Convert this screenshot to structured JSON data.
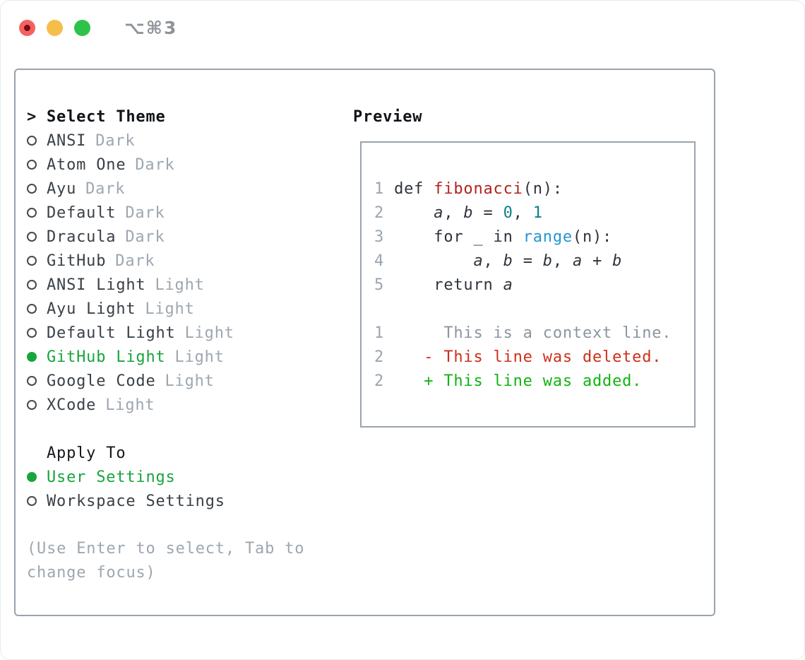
{
  "window": {
    "title": "⌥⌘3",
    "traffic_lights": [
      "close-button",
      "minimize-button",
      "zoom-button"
    ]
  },
  "theme_panel": {
    "prompt": ">",
    "title": "Select Theme",
    "themes": [
      {
        "name": "ANSI",
        "variant": "Dark",
        "selected": false
      },
      {
        "name": "Atom One",
        "variant": "Dark",
        "selected": false
      },
      {
        "name": "Ayu",
        "variant": "Dark",
        "selected": false
      },
      {
        "name": "Default",
        "variant": "Dark",
        "selected": false
      },
      {
        "name": "Dracula",
        "variant": "Dark",
        "selected": false
      },
      {
        "name": "GitHub",
        "variant": "Dark",
        "selected": false
      },
      {
        "name": "ANSI Light",
        "variant": "Light",
        "selected": false
      },
      {
        "name": "Ayu Light",
        "variant": "Light",
        "selected": false
      },
      {
        "name": "Default Light",
        "variant": "Light",
        "selected": false
      },
      {
        "name": "GitHub Light",
        "variant": "Light",
        "selected": true
      },
      {
        "name": "Google Code",
        "variant": "Light",
        "selected": false
      },
      {
        "name": "XCode",
        "variant": "Light",
        "selected": false
      }
    ],
    "apply_to": {
      "title": "Apply To",
      "options": [
        {
          "label": "User Settings",
          "selected": true
        },
        {
          "label": "Workspace Settings",
          "selected": false
        }
      ]
    },
    "help_lines": [
      "(Use Enter to select, Tab to",
      "change focus)"
    ]
  },
  "preview": {
    "title": "Preview",
    "lines": [
      {
        "tokens": [
          {
            "t": "1 ",
            "c": "ln"
          },
          {
            "t": "def ",
            "c": "d"
          },
          {
            "t": "fibonacci",
            "c": "fn"
          },
          {
            "t": "(n):",
            "c": "d"
          }
        ]
      },
      {
        "tokens": [
          {
            "t": "2 ",
            "c": "ln"
          },
          {
            "t": "    ",
            "c": "d"
          },
          {
            "t": "a",
            "c": "var"
          },
          {
            "t": ", ",
            "c": "d"
          },
          {
            "t": "b",
            "c": "var"
          },
          {
            "t": " = ",
            "c": "d"
          },
          {
            "t": "0",
            "c": "num"
          },
          {
            "t": ", ",
            "c": "d"
          },
          {
            "t": "1",
            "c": "num"
          }
        ]
      },
      {
        "tokens": [
          {
            "t": "3 ",
            "c": "ln"
          },
          {
            "t": "    for _ in ",
            "c": "d"
          },
          {
            "t": "range",
            "c": "bi"
          },
          {
            "t": "(n):",
            "c": "d"
          }
        ]
      },
      {
        "tokens": [
          {
            "t": "4 ",
            "c": "ln"
          },
          {
            "t": "        ",
            "c": "d"
          },
          {
            "t": "a",
            "c": "var"
          },
          {
            "t": ", ",
            "c": "d"
          },
          {
            "t": "b",
            "c": "var"
          },
          {
            "t": " = ",
            "c": "d"
          },
          {
            "t": "b",
            "c": "var"
          },
          {
            "t": ", ",
            "c": "d"
          },
          {
            "t": "a",
            "c": "var"
          },
          {
            "t": " + ",
            "c": "d"
          },
          {
            "t": "b",
            "c": "var"
          }
        ]
      },
      {
        "tokens": [
          {
            "t": "5 ",
            "c": "ln"
          },
          {
            "t": "    return ",
            "c": "d"
          },
          {
            "t": "a",
            "c": "var"
          }
        ]
      },
      {
        "tokens": []
      },
      {
        "tokens": [
          {
            "t": "1 ",
            "c": "ln"
          },
          {
            "t": "     This is a context line.",
            "c": "ctx"
          }
        ]
      },
      {
        "tokens": [
          {
            "t": "2 ",
            "c": "ln"
          },
          {
            "t": "   - This line was deleted.",
            "c": "del"
          }
        ]
      },
      {
        "tokens": [
          {
            "t": "2 ",
            "c": "ln"
          },
          {
            "t": "   + This line was added.",
            "c": "add"
          }
        ]
      }
    ]
  },
  "colors": {
    "selected_green": "#17a53c",
    "added_green": "#10b410",
    "deleted_red": "#cf2e1a",
    "function_red": "#b0241c",
    "number_teal": "#11807f",
    "builtin_blue": "#2596d1",
    "muted_gray": "#9da7b1",
    "border_gray": "#99a2ac",
    "traffic_red": "#f4615f",
    "traffic_yellow": "#f6bd4a",
    "traffic_green": "#2ec24a"
  }
}
